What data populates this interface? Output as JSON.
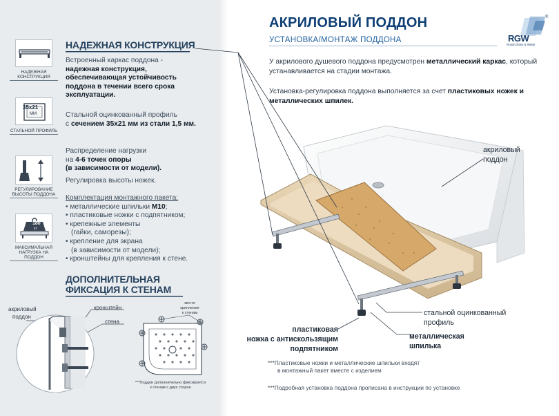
{
  "header": {
    "title": "АКРИЛОВЫЙ ПОДДОН",
    "subtitle": "УСТАНОВКА/МОНТАЖ ПОДДОНА",
    "logo_text": "RGW",
    "logo_registered": "®",
    "logo_tagline": "Royal Glass & Water"
  },
  "intro": {
    "p1_start": "У акрилового душевого поддона предусмотрен ",
    "p1_bold": "металлический каркас",
    "p1_end": ", который устанавливается на стадии монтажа.",
    "p2_start": "Установка-регулировка поддона выполняется за счет ",
    "p2_bold_1": "пластиковых ножек и металлических шпилек."
  },
  "left": {
    "section1_title": "НАДЕЖНАЯ КОНСТРУКЦИЯ",
    "icon1_caption": "НАДЕЖНАЯ КОНСТРУКЦИЯ",
    "icon2_label": "35х21",
    "icon2_unit": "ММ",
    "icon2_caption": "СТАЛЬНОЙ ПРОФИЛЬ",
    "icon3_caption": "РЕГУЛИРОВАНИЕ ВЫСОТЫ ПОДДОНА",
    "icon4_weight": "180",
    "icon4_unit": "КГ",
    "icon4_caption": "МАКСИМАЛЬНАЯ НАГРУЗКА НА ПОДДОН",
    "t1_line1": "Встроенный каркас поддона -",
    "t1_bold1": "надежная конструкция,",
    "t1_bold2": "обеспечивающая устойчивость",
    "t1_bold3": "поддона в течении всего срока",
    "t1_bold4": "эксплуатации.",
    "t2_line1": "Стальной оцинкованный профиль",
    "t2_pre": "с ",
    "t2_bold": "сечением 35х21 мм из стали 1,5 мм.",
    "t3_line1": "Распределение нагрузки",
    "t3_pre": "на ",
    "t3_bold1": "4-6 точек опоры",
    "t3_bold2": "(в зависимости от модели).",
    "t3_line3": "Регулировка высоты ножек.",
    "kit_title": "Комплектация монтажного пакета:",
    "kit_1_pre": "• металлические шпильки ",
    "kit_1_bold": "M10",
    "kit_1_post": ";",
    "kit_2": "• пластиковые ножки с подпятником;",
    "kit_3": "• крепежные элементы",
    "kit_3b": "(гайки, саморезы);",
    "kit_4": "• крепление для экрана",
    "kit_4b": "(в зависимости от модели);",
    "kit_5": "• кронштейны для крепления к стене.",
    "section2_title_1": "ДОПОЛНИТЕЛЬНАЯ",
    "section2_title_2": "ФИКСАЦИЯ К СТЕНАМ",
    "lbl_tray_1": "акриловый",
    "lbl_tray_2": "поддон",
    "lbl_bracket": "кронштейн",
    "lbl_wall": "стена",
    "lbl_mount_1": "место",
    "lbl_mount_2": "крепления",
    "lbl_mount_3": "к стенам",
    "fix_note_1": "***Поддон дополнительно фиксируется",
    "fix_note_2": "к стенам с двух сторон"
  },
  "callouts": {
    "acrylic_1": "акриловый",
    "acrylic_2": "поддон",
    "profile_1": "стальной оцинкованный",
    "profile_2": "профиль",
    "legs_1": "пластиковая",
    "legs_2": "ножка с антискользящим",
    "legs_3": "подпятником",
    "stud_1": "металлическая",
    "stud_2": "шпилька"
  },
  "notes": {
    "n1_line1": "***Пластиковые ножки и металлические шпильки входят",
    "n1_line2": "в монтажный пакет вместе с изделием",
    "n2": "***Подробная установка поддона прописана в инструкции по установке"
  },
  "colors": {
    "title": "#0f3f74",
    "subtitle": "#1f5f9e",
    "panel_bg": "#e9ecee",
    "section_title": "#25415e"
  }
}
